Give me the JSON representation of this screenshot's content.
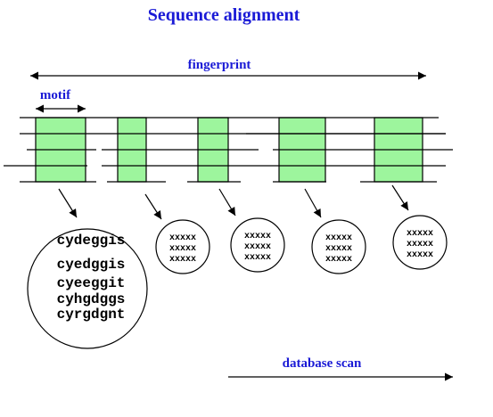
{
  "title": "Sequence alignment",
  "labels": {
    "fingerprint": "fingerprint",
    "motif": "motif",
    "database_scan": "database scan"
  },
  "colors": {
    "title_text": "#1a1ad6",
    "motif_fill": "#9df59d",
    "line": "#000000",
    "background": "#ffffff"
  },
  "motif_sequences": [
    "cydeggis",
    "cyedggis",
    "cyeeggit",
    "cyhgdggs",
    "cyrgdgnt"
  ],
  "placeholder_sequences": [
    [
      "xxxxx",
      "xxxxx",
      "xxxxx"
    ],
    [
      "xxxxx",
      "xxxxx",
      "xxxxx"
    ],
    [
      "xxxxx",
      "xxxxx",
      "xxxxx"
    ],
    [
      "xxxxx",
      "xxxxx",
      "xxxxx"
    ]
  ]
}
